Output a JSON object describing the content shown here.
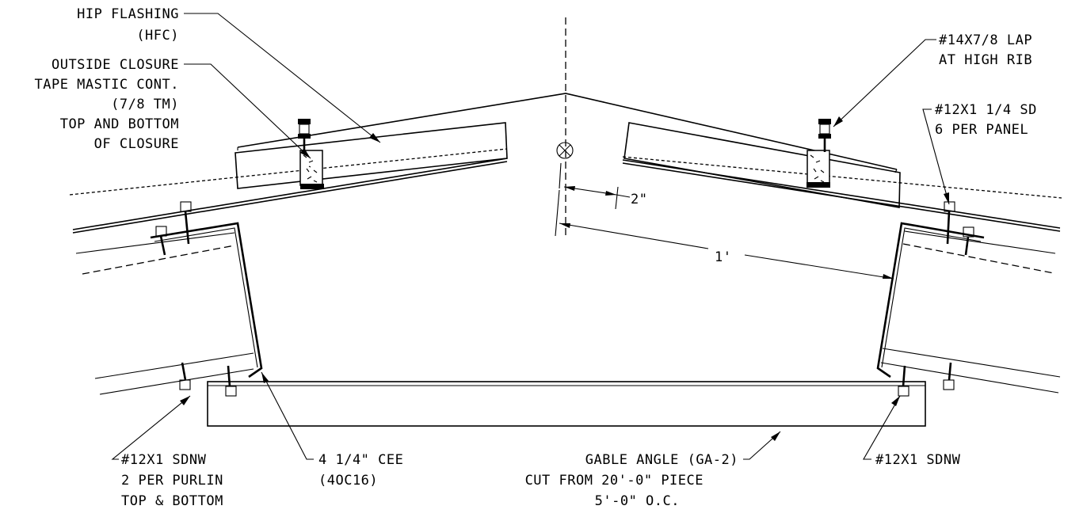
{
  "labels": {
    "hip_flashing": [
      "HIP FLASHING",
      "(HFC)"
    ],
    "outside_closure": [
      "OUTSIDE CLOSURE",
      "TAPE MASTIC CONT.",
      "(7/8 TM)",
      "TOP AND BOTTOM",
      "OF CLOSURE"
    ],
    "lap_screw": [
      "#14X7/8 LAP",
      "AT HIGH RIB"
    ],
    "sd_screw": [
      "#12X1 1/4 SD",
      "6 PER PANEL"
    ],
    "sdnw_left": [
      "#12X1 SDNW",
      "2 PER PURLIN",
      "TOP & BOTTOM"
    ],
    "cee": [
      "4 1/4\" CEE",
      "(4OC16)"
    ],
    "gable_angle": [
      "GABLE ANGLE (GA-2)",
      "CUT FROM 20'-0\" PIECE",
      "5'-0\" O.C."
    ],
    "sdnw_right": [
      "#12X1 SDNW"
    ],
    "dim_2in": "2\"",
    "dim_1ft": "1'"
  }
}
